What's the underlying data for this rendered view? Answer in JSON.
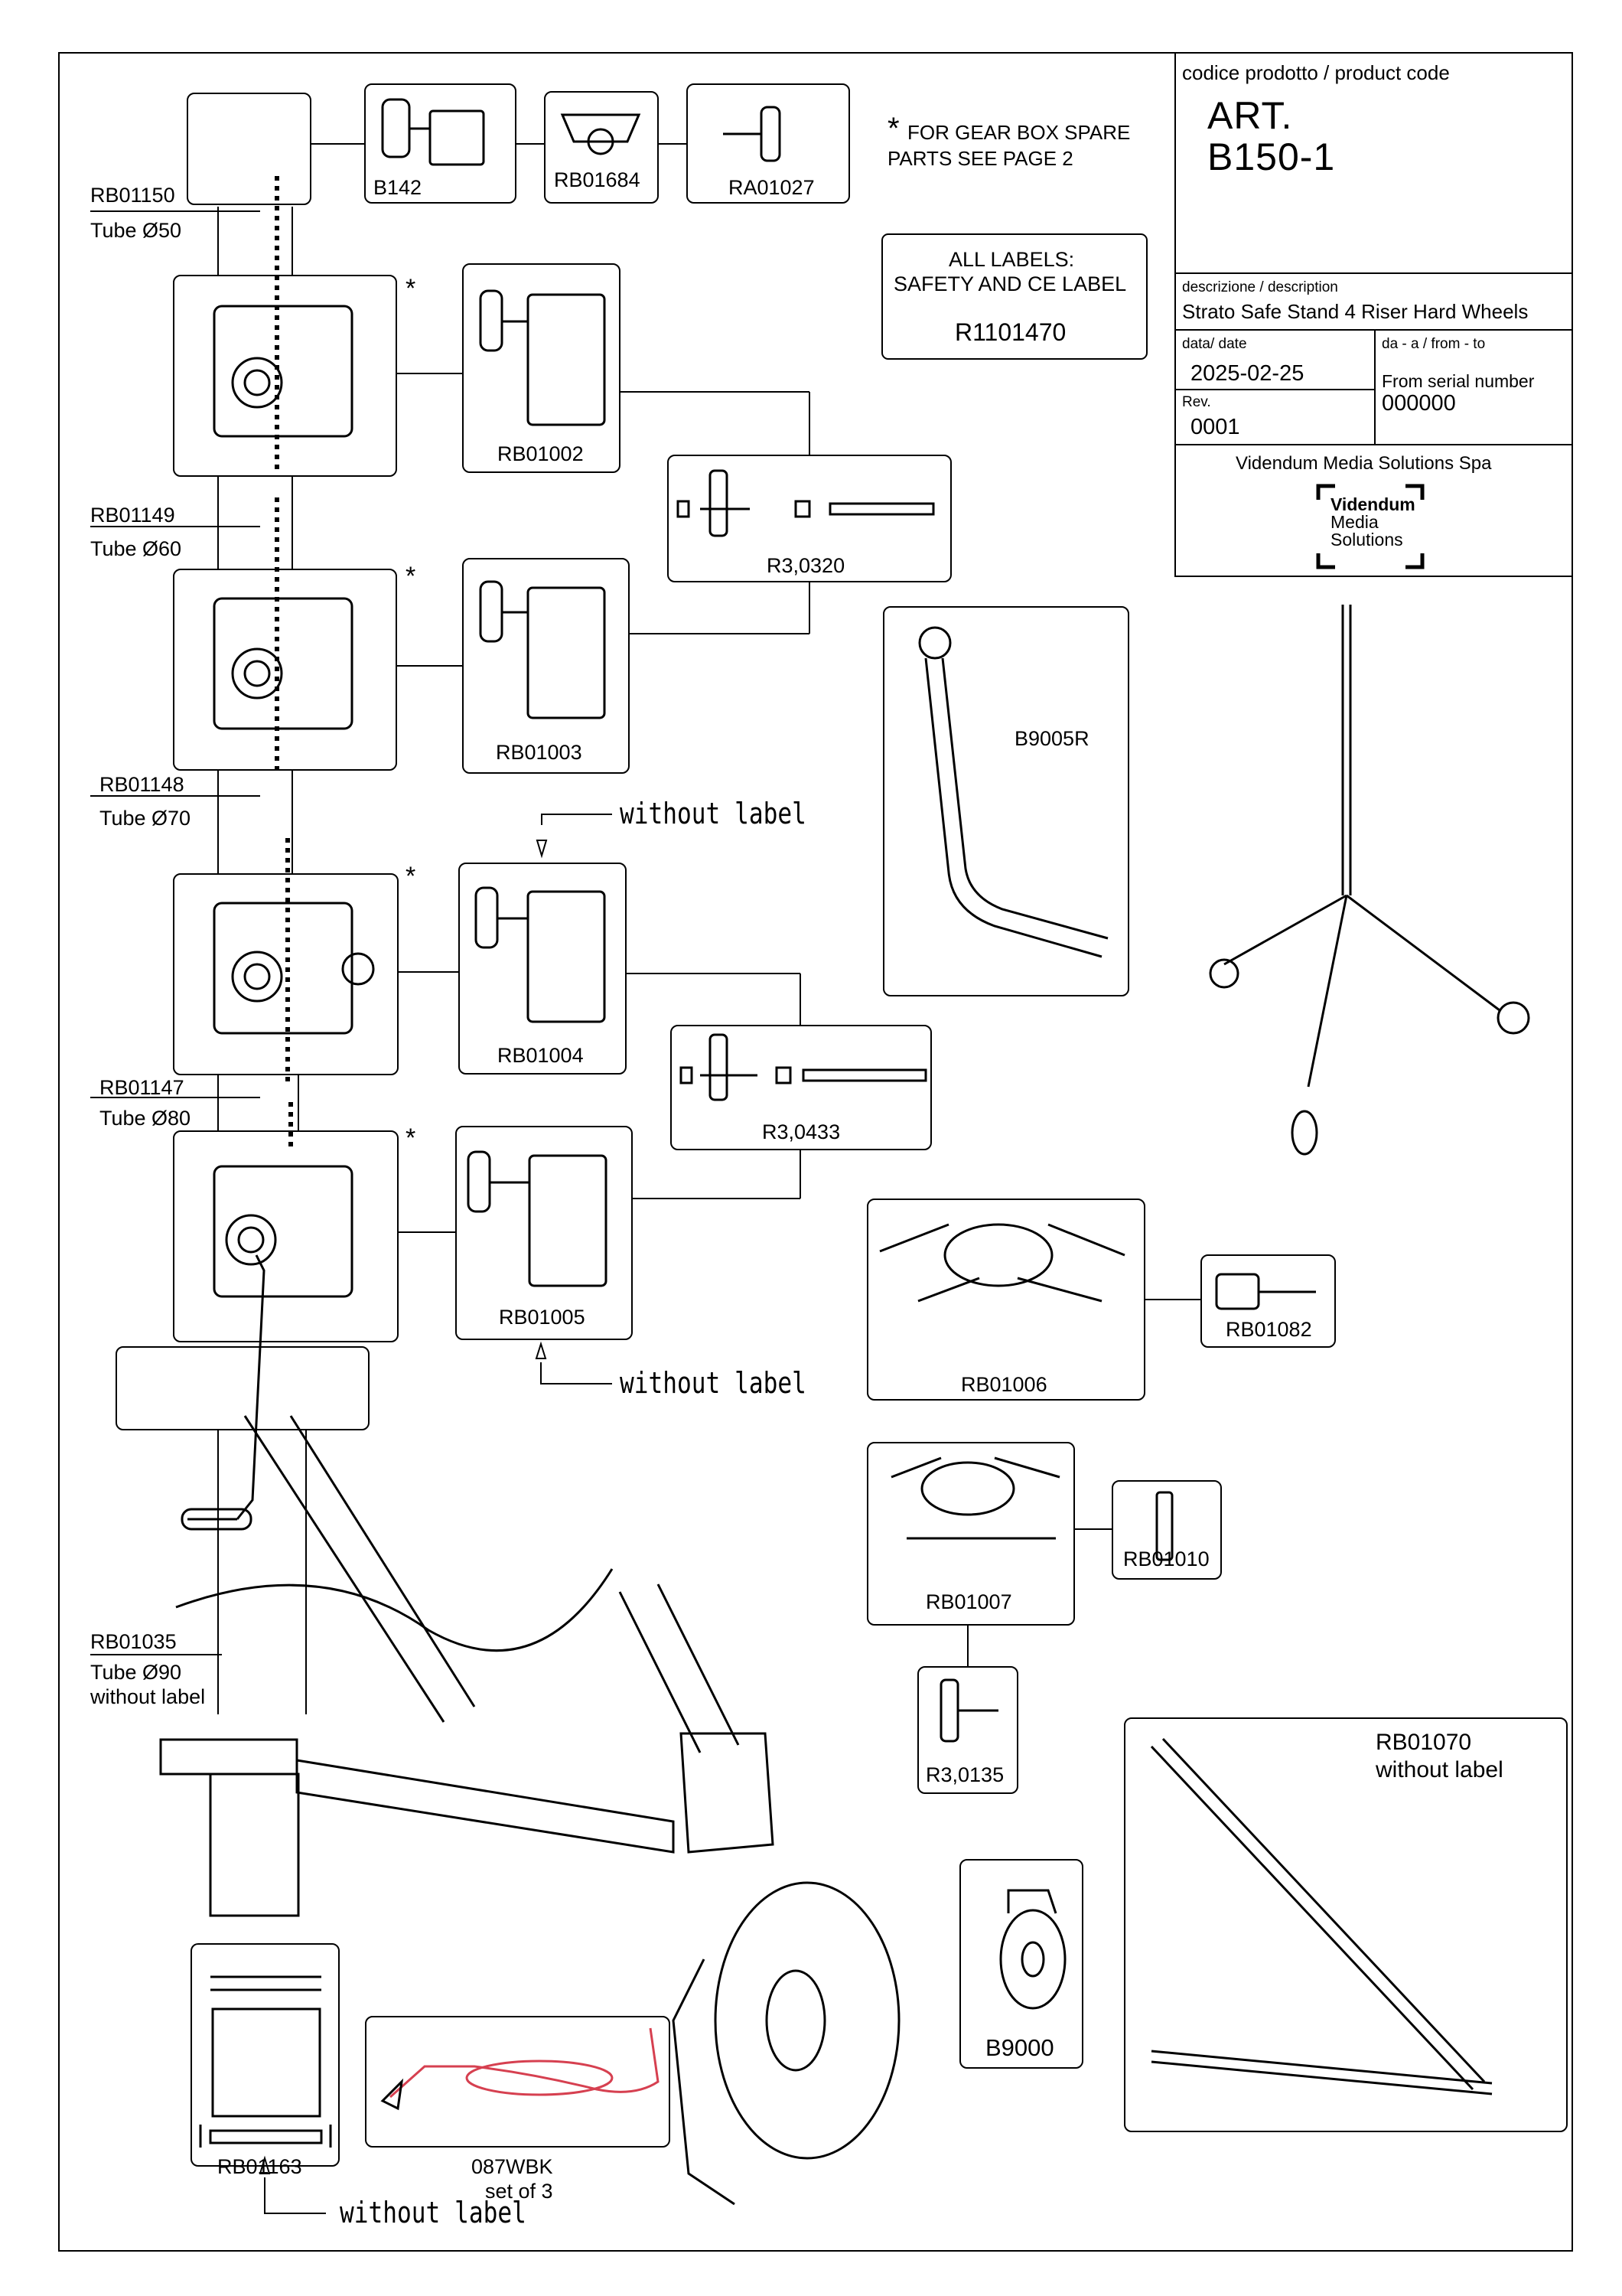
{
  "product_code_label": "codice prodotto / product code",
  "art_label": "ART.",
  "art_code": "B150-1",
  "description_label": "descrizione / description",
  "description": "Strato Safe Stand 4 Riser Hard Wheels",
  "date_label": "data/ date",
  "date_value": "2025-02-25",
  "from_to_label": "da - a / from - to",
  "from_serial_label": "From serial number",
  "serial_value": "000000",
  "rev_label": "Rev.",
  "rev_value": "0001",
  "company": "Videndum Media Solutions Spa",
  "logo_lines": [
    "Videndum",
    "Media",
    "Solutions"
  ],
  "gearbox_note_line1": "FOR GEAR BOX SPARE",
  "gearbox_note_line2": "PARTS SEE PAGE 2",
  "asterisk": "*",
  "labels_box": {
    "line1": "ALL LABELS:",
    "line2": "SAFETY AND CE LABEL",
    "code": "R1101470"
  },
  "parts": {
    "b142": "B142",
    "rb01684": "RB01684",
    "ra01027": "RA01027",
    "rb01002": "RB01002",
    "r3_0320": "R3,0320",
    "rb01003": "RB01003",
    "rb01004": "RB01004",
    "r3_0433": "R3,0433",
    "rb01005": "RB01005",
    "b9005r": "B9005R",
    "rb01006": "RB01006",
    "rb01082": "RB01082",
    "rb01007": "RB01007",
    "rb01010": "RB01010",
    "r3_0135": "R3,0135",
    "b9000": "B9000",
    "rb01070": "RB01070",
    "rb01163": "RB01163",
    "wbk_code": "087WBK",
    "wbk_set": "set of 3"
  },
  "tubes": {
    "rb01150": "RB01150",
    "tube50": "Tube Ø50",
    "rb01149": "RB01149",
    "tube60": "Tube Ø60",
    "rb01148": "RB01148",
    "tube70": "Tube Ø70",
    "rb01147": "RB01147",
    "tube80": "Tube Ø80",
    "rb01035": "RB01035",
    "tube90": "Tube Ø90"
  },
  "without_label": "without label"
}
